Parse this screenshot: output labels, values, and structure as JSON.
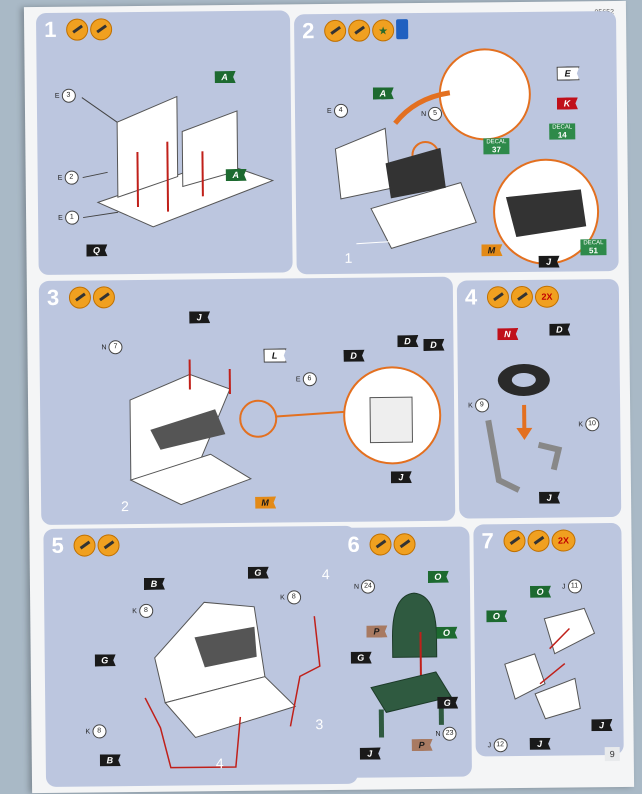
{
  "document": {
    "code": "05652",
    "page_number": "9"
  },
  "steps": [
    {
      "number": "1",
      "flags": {
        "A1": "A",
        "A2": "A",
        "Q": "Q"
      },
      "parts": [
        {
          "letter": "E",
          "num": "3"
        },
        {
          "letter": "E",
          "num": "2"
        },
        {
          "letter": "E",
          "num": "1"
        }
      ]
    },
    {
      "number": "2",
      "flags": {
        "A": "A",
        "E": "E",
        "K": "K",
        "M": "M",
        "J": "J"
      },
      "parts": [
        {
          "letter": "E",
          "num": "4"
        },
        {
          "letter": "N",
          "num": "5"
        }
      ],
      "decals": [
        {
          "label": "DECAL",
          "num": "37"
        },
        {
          "label": "DECAL",
          "num": "14"
        },
        {
          "label": "DECAL",
          "num": "51"
        }
      ],
      "subassembly": "1"
    },
    {
      "number": "3",
      "flags": {
        "J": "J",
        "L": "L",
        "D1": "D",
        "D2": "D",
        "D3": "D",
        "J2": "J",
        "M": "M"
      },
      "parts": [
        {
          "letter": "N",
          "num": "7"
        },
        {
          "letter": "E",
          "num": "6"
        }
      ],
      "subassembly": "2"
    },
    {
      "number": "4",
      "badge": "2X",
      "flags": {
        "N": "N",
        "D": "D",
        "J": "J"
      },
      "parts": [
        {
          "letter": "K",
          "num": "9"
        },
        {
          "letter": "K",
          "num": "10"
        }
      ]
    },
    {
      "number": "5",
      "flags": {
        "B1": "B",
        "G1": "G",
        "G2": "G",
        "B2": "B"
      },
      "parts": [
        {
          "letter": "K",
          "num": "8"
        },
        {
          "letter": "K",
          "num": "8"
        },
        {
          "letter": "K",
          "num": "8"
        }
      ],
      "subassemblies": [
        "4",
        "3",
        "4"
      ]
    },
    {
      "number": "6",
      "flags": {
        "O1": "O",
        "P1": "P",
        "O2": "O",
        "G1": "G",
        "G2": "G",
        "J": "J",
        "P2": "P"
      },
      "parts": [
        {
          "letter": "N",
          "num": "24"
        },
        {
          "letter": "N",
          "num": "23"
        }
      ]
    },
    {
      "number": "7",
      "badge": "2X",
      "flags": {
        "O1": "O",
        "O2": "O",
        "J1": "J",
        "J2": "J"
      },
      "parts": [
        {
          "letter": "J",
          "num": "11"
        },
        {
          "letter": "J",
          "num": "12"
        }
      ]
    }
  ]
}
